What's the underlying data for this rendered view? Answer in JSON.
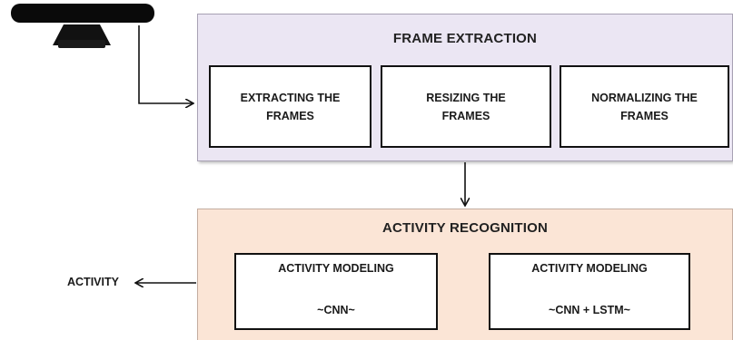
{
  "frame_extraction": {
    "title": "FRAME EXTRACTION",
    "steps": [
      {
        "line1": "EXTRACTING THE",
        "line2": "FRAMES"
      },
      {
        "line1": "RESIZING THE",
        "line2": "FRAMES"
      },
      {
        "line1": "NORMALIZING THE",
        "line2": "FRAMES"
      }
    ]
  },
  "activity_recognition": {
    "title": "ACTIVITY RECOGNITION",
    "models": [
      {
        "title": "ACTIVITY MODELING",
        "subtitle": "~CNN~"
      },
      {
        "title": "ACTIVITY MODELING",
        "subtitle": "~CNN + LSTM~"
      }
    ]
  },
  "output_label": "ACTIVITY",
  "icons": {
    "input_device": "camera-sensor-icon"
  },
  "colors": {
    "frame_panel_bg": "#ebe6f3",
    "activity_panel_bg": "#fbe5d6",
    "box_border": "#111111"
  }
}
